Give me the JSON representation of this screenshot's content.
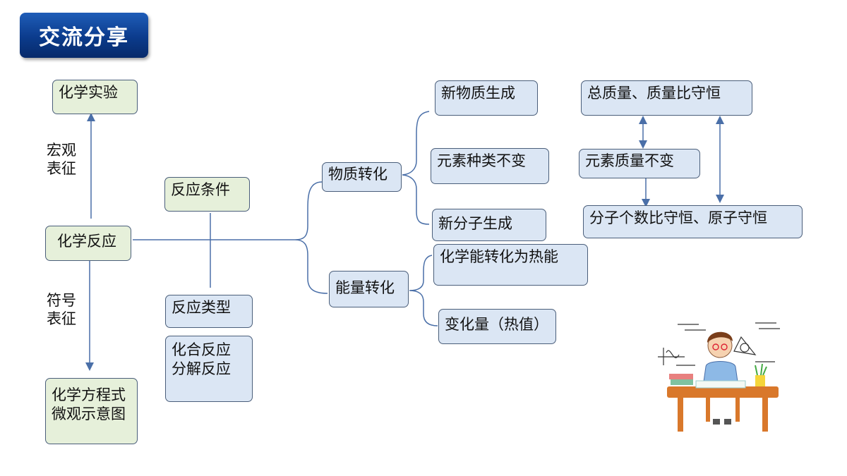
{
  "title": "交流分享",
  "nodes": {
    "experiment": "化学实验",
    "reaction": "化学反应",
    "equation_line1": "化学方程式",
    "equation_line2": "微观示意图",
    "conditions": "反应条件",
    "types": "反应类型",
    "combination": "化合反应",
    "decomposition": "分解反应",
    "matter_transform": "物质转化",
    "energy_transform": "能量转化",
    "new_substance": "新物质生成",
    "element_types_unchanged": "元素种类不变",
    "new_molecule": "新分子生成",
    "chem_to_heat": "化学能转化为热能",
    "change_amount": "变化量（热值）",
    "total_mass": "总质量、质量比守恒",
    "element_mass_unchanged": "元素质量不变",
    "molecule_ratio": "分子个数比守恒、原子守恒"
  },
  "labels": {
    "macro_line1": "宏观",
    "macro_line2": "表征",
    "symbol_line1": "符号",
    "symbol_line2": "表征"
  },
  "colors": {
    "title_bg": "#0b3b8c",
    "green_node": "#e6f0da",
    "blue_node": "#dbe6f4",
    "line": "#4a6fa8"
  }
}
